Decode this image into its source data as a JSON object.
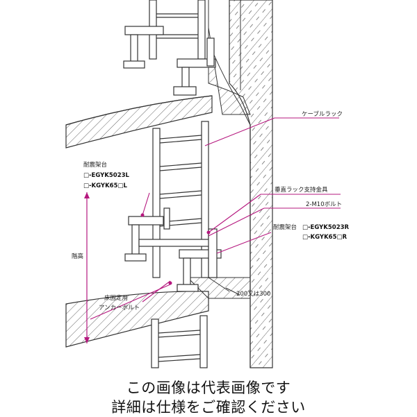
{
  "labels": {
    "cable_rack": "ケーブルラック",
    "seismic_left_title": "耐震架台",
    "seismic_left_l1": "□-EGYK5023L",
    "seismic_left_l2": "□-KGYK65□L",
    "floor_height": "階高",
    "vertical_bracket": "垂直ラック支持金具",
    "bolt": "2-M10ボルト",
    "seismic_right_title": "耐震架台",
    "seismic_right_l1": "□-EGYK5023R",
    "seismic_right_l2": "□-KGYK65□R",
    "anchor_l1": "床固定用",
    "anchor_l2": "アンカーボルト",
    "dimension": "200又は300"
  },
  "caption": {
    "line1": "この画像は代表画像です",
    "line2": "詳細は仕様をご確認ください"
  },
  "colors": {
    "line": "#333333",
    "leader": "#b5177e",
    "hatch": "#555555",
    "background": "#ffffff"
  }
}
